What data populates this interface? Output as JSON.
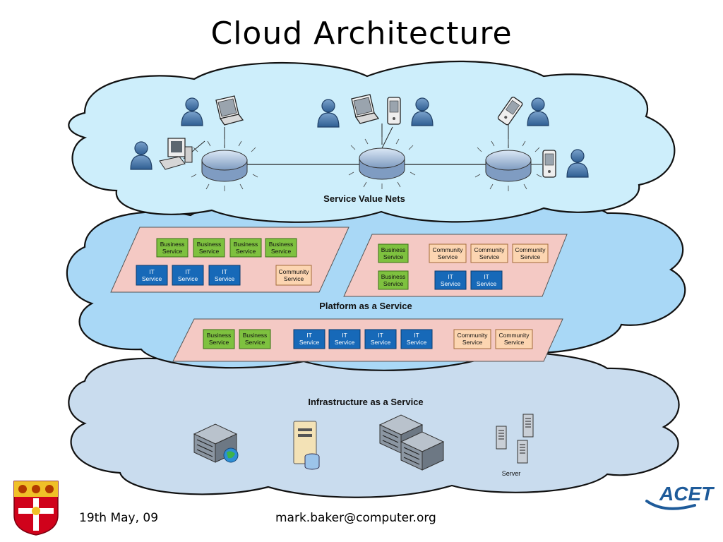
{
  "slide": {
    "title": "Cloud Architecture",
    "footer_date": "19th May, 09",
    "footer_email": "mark.baker@computer.org",
    "logo_text": "ACET"
  },
  "layers": {
    "svn": {
      "label": "Service Value Nets"
    },
    "paas": {
      "label": "Platform as a Service"
    },
    "iaas": {
      "label": "Infrastructure as a Service",
      "server_label": "Server"
    }
  },
  "services": {
    "business": "Business Service",
    "it": "IT Service",
    "community": "Community Service"
  },
  "colors": {
    "business": "#7ec13f",
    "it": "#1769b8",
    "community": "#fcd5b1",
    "panel": "#f4c9c4",
    "cloud_top": "#cdeefb",
    "cloud_mid": "#a9d8f6",
    "cloud_bottom": "#c9dcee"
  }
}
